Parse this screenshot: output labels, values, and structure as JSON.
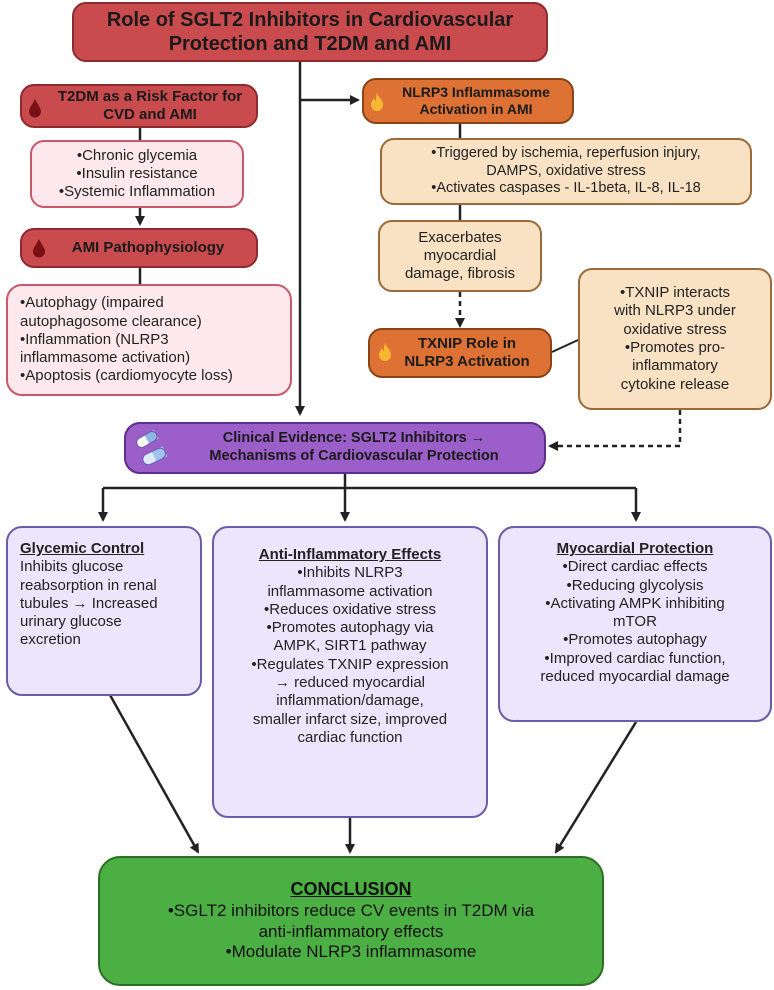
{
  "title": {
    "lines": [
      "Role of SGLT2 Inhibitors in Cardiovascular",
      "Protection and T2DM and AMI"
    ]
  },
  "risk_factor": {
    "title_lines": [
      "T2DM as a Risk Factor for",
      "CVD and AMI"
    ],
    "items": [
      "•Chronic glycemia",
      "•Insulin resistance",
      "•Systemic Inflammation"
    ]
  },
  "ami": {
    "title": "AMI Pathophysiology",
    "items": [
      "•Autophagy (impaired",
      "autophagosome clearance)",
      "•Inflammation (NLRP3",
      "inflammasome activation)",
      "•Apoptosis (cardiomyocyte loss)"
    ]
  },
  "nlrp3": {
    "title_lines": [
      "NLRP3 Inflammasome",
      "Activation in AMI"
    ],
    "trigger_items": [
      "•Triggered by ischemia, reperfusion injury,",
      "DAMPS, oxidative stress",
      "•Activates caspases - IL-1beta, IL-8, IL-18"
    ],
    "exacerbates_lines": [
      "Exacerbates",
      "myocardial",
      "damage, fibrosis"
    ]
  },
  "txnip": {
    "title_lines": [
      "TXNIP Role in",
      "NLRP3 Activation"
    ],
    "detail_lines": [
      "•TXNIP interacts",
      "with NLRP3 under",
      "oxidative stress",
      "•Promotes pro-",
      "inflammatory",
      "cytokine release"
    ]
  },
  "clinical": {
    "title_lines": [
      "Clinical Evidence: SGLT2 Inhibitors →",
      "Mechanisms of Cardiovascular Protection"
    ]
  },
  "glycemic": {
    "heading": "Glycemic Control",
    "lines": [
      "Inhibits glucose",
      "reabsorption in renal",
      "tubules → Increased",
      "urinary glucose",
      "excretion"
    ]
  },
  "anti_inflammatory": {
    "heading": "Anti-Inflammatory Effects",
    "lines": [
      "•Inhibits NLRP3",
      "inflammasome activation",
      "•Reduces oxidative stress",
      "•Promotes autophagy via",
      "AMPK, SIRT1 pathway",
      "•Regulates TXNIP expression",
      "→ reduced myocardial",
      "inflammation/damage,",
      "smaller infarct size, improved",
      "cardiac function"
    ]
  },
  "myocardial": {
    "heading": "Myocardial Protection",
    "lines": [
      "•Direct cardiac effects",
      "•Reducing glycolysis",
      "•Activating AMPK inhibiting",
      "mTOR",
      "•Promotes autophagy",
      "•Improved cardiac function,",
      "reduced myocardial damage"
    ]
  },
  "conclusion": {
    "heading": "CONCLUSION",
    "lines": [
      "•SGLT2 inhibitors reduce CV events in T2DM via",
      "anti-inflammatory effects",
      "•Modulate NLRP3 inflammasome"
    ]
  },
  "colors": {
    "title_red": "#c94b4e",
    "pink": "#fde8ee",
    "orange": "#dd7234",
    "tan": "#f8e2c3",
    "purple": "#9c5fc9",
    "lavender": "#ebe6fb",
    "green": "#4caf43"
  },
  "icons": [
    "blood-drop-icon",
    "flame-icon",
    "pills-icon"
  ]
}
